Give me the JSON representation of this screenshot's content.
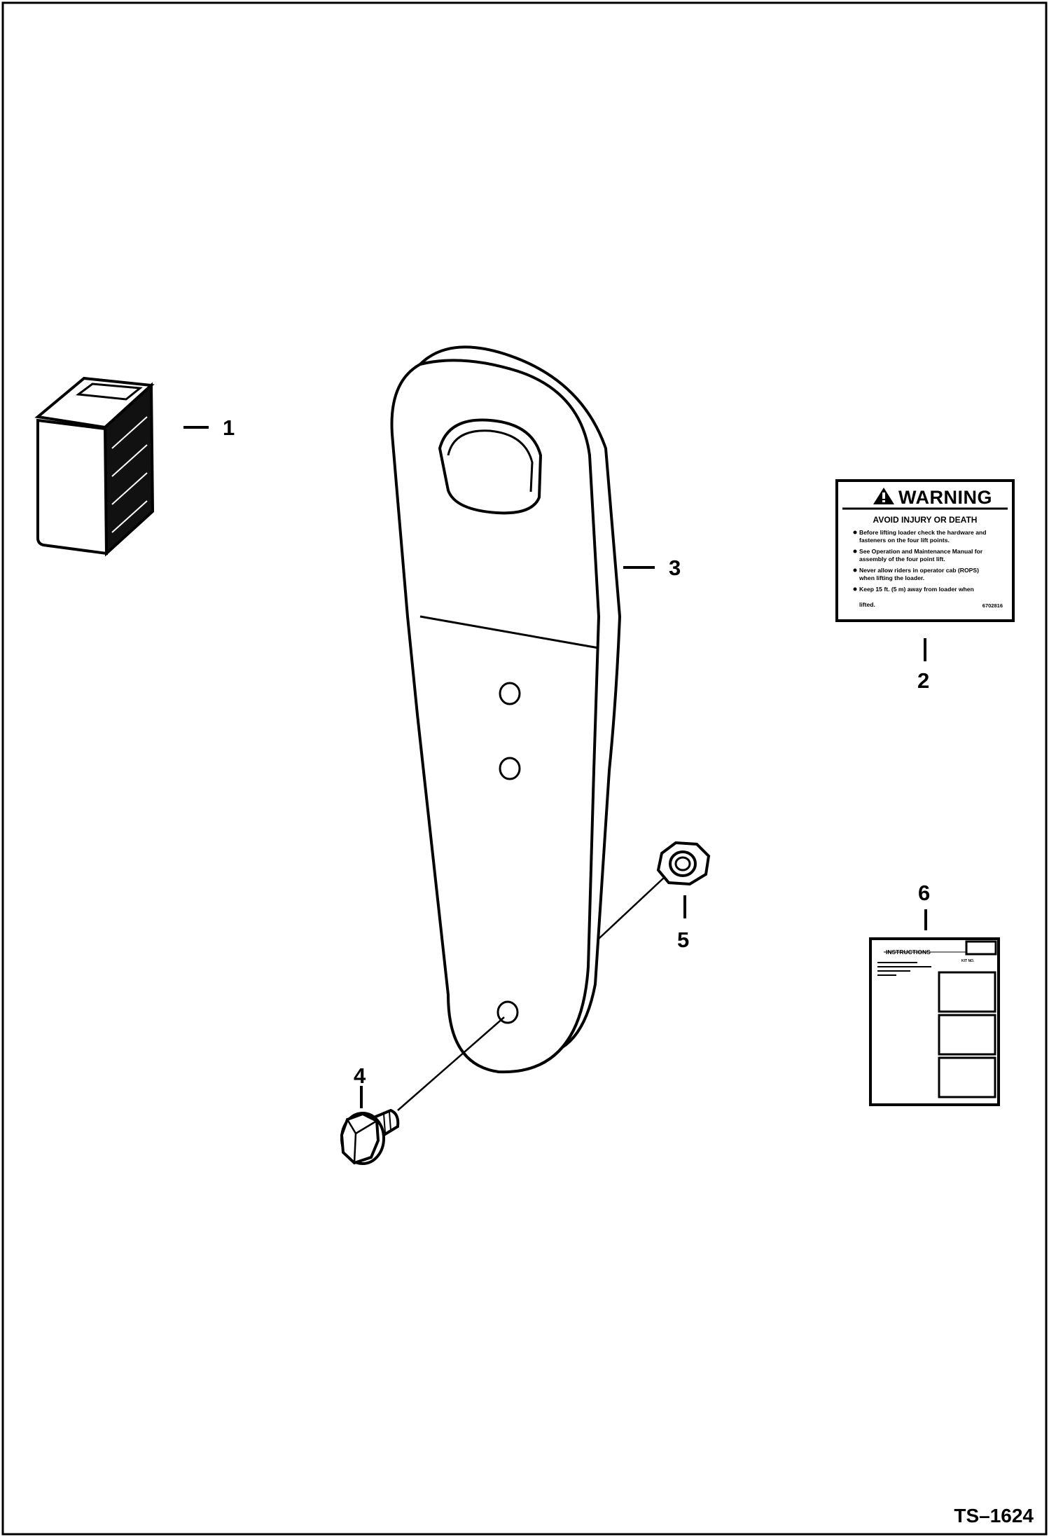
{
  "figure_id": "TS–1624",
  "callouts": {
    "c1": "1",
    "c2": "2",
    "c3": "3",
    "c4": "4",
    "c5": "5",
    "c6": "6"
  },
  "warning_decal": {
    "title": "WARNING",
    "subtitle": "AVOID INJURY OR DEATH",
    "lines": [
      "Before lifting loader check the hardware and",
      "fasteners on the four lift points.",
      "See Operation and Maintenance Manual for",
      "assembly of the four point lift.",
      "Never allow riders in operator cab (ROPS)",
      "when lifting the loader.",
      "Keep 15 ft. (5 m) away from loader when",
      "lifted."
    ],
    "part_code": "6702816"
  },
  "instructions_sheet": {
    "title": "INSTRUCTIONS",
    "ref_label": "KIT NO."
  },
  "colors": {
    "line": "#000000",
    "background": "#ffffff"
  }
}
